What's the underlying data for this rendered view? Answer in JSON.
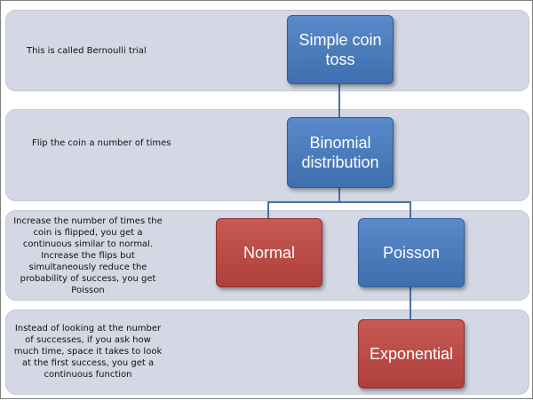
{
  "rows": [
    {
      "description": "This is called Bernoulli trial"
    },
    {
      "description": "Flip the coin a number of times"
    },
    {
      "description": "Increase the number of times the coin is flipped, you get a continuous similar to normal. Increase the flips but simultaneously reduce the probability of success, you get Poisson"
    },
    {
      "description": "Instead of looking at the number of successes, if you ask how much time, space it takes to look at the first success, you get a continuous function"
    }
  ],
  "nodes": {
    "coin_toss": "Simple coin toss",
    "binomial": "Binomial distribution",
    "normal": "Normal",
    "poisson": "Poisson",
    "exponential": "Exponential"
  },
  "colors": {
    "band": "#d3d8e4",
    "node_blue": "#4f81bd",
    "node_red": "#c0504d",
    "connector": "#4a6fa0"
  }
}
